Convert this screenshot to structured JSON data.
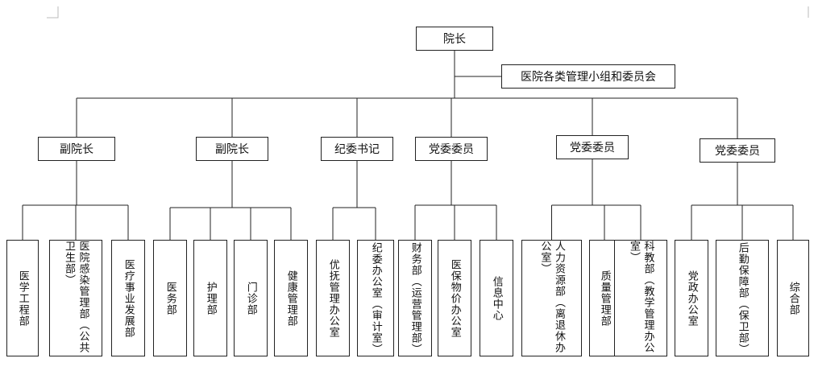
{
  "root": {
    "label": "院长"
  },
  "committee": {
    "label": "医院各类管理小组和委员会"
  },
  "branches": [
    {
      "label": "副院长",
      "children": [
        "医学工程部",
        "医院感染管理部（公共卫生部）",
        "医疗事业发展部"
      ]
    },
    {
      "label": "副院长",
      "children": [
        "医务部",
        "护理部",
        "门诊部",
        "健康管理部"
      ]
    },
    {
      "label": "纪委书记",
      "children": [
        "优抚管理办公室",
        "纪委办公室（审计室）"
      ]
    },
    {
      "label": "党委委员",
      "children": [
        "财务部（运营管理部）",
        "医保物价办公室",
        "信息中心"
      ]
    },
    {
      "label": "党委委员",
      "children": [
        "人力资源部（离退休办公室）",
        "质量管理部",
        "科教部（教学管理办公室）"
      ]
    },
    {
      "label": "党委委员",
      "children": [
        "党政办公室",
        "后勤保障部（保卫部）",
        "综合部"
      ]
    }
  ]
}
